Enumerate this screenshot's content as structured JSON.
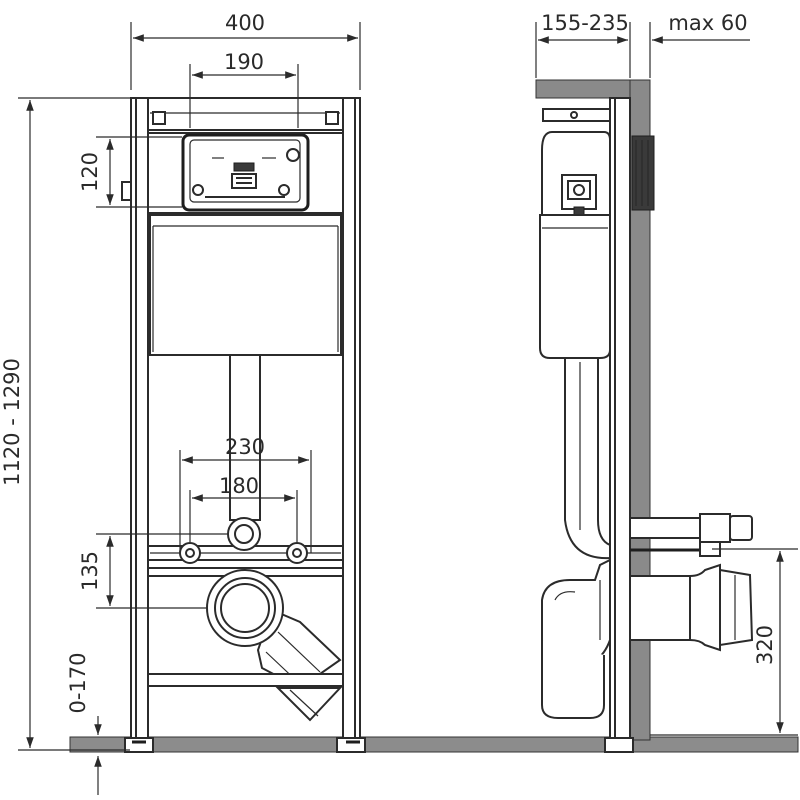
{
  "dimensions": {
    "frame_width": "400",
    "button_spacing": "190",
    "button_height": "120",
    "total_height": "1120 - 1290",
    "outlet_spacing_outer": "230",
    "outlet_spacing_inner": "180",
    "outlet_offset": "135",
    "floor_adjust": "0-170",
    "wall_depth": "155-235",
    "wall_max": "max 60",
    "drain_height": "320"
  }
}
